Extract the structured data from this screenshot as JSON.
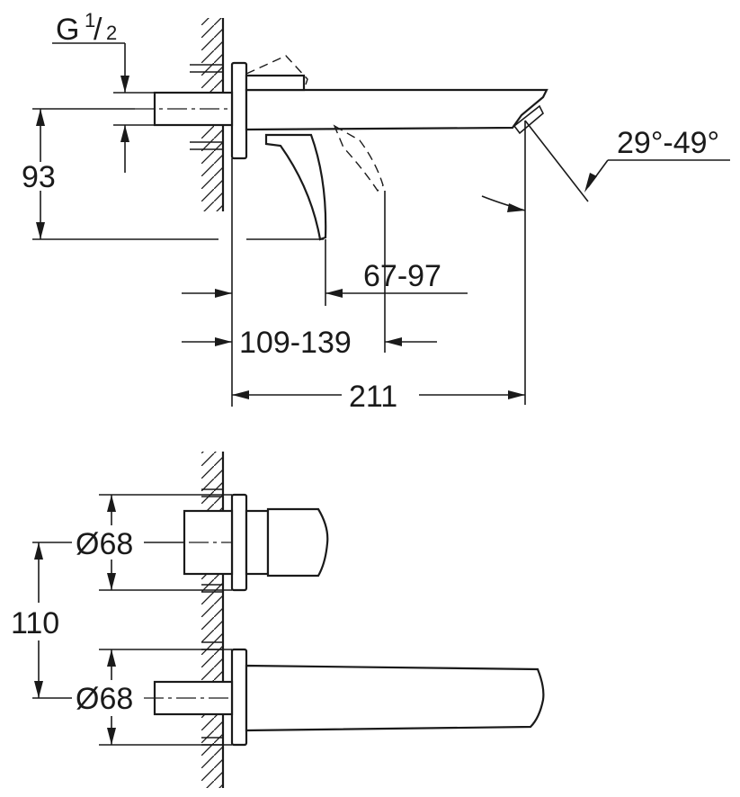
{
  "drawing": {
    "side_view": {
      "thread_label_main": "G",
      "thread_label_num": "1",
      "thread_label_slash": "/",
      "thread_label_den": "2",
      "dim_height": "93",
      "dim_angle": "29°-49°",
      "dim_lever": "67-97",
      "dim_depth": "109-139",
      "dim_spout": "211"
    },
    "front_view": {
      "dim_dia_top": "Ø68",
      "dim_spacing": "110",
      "dim_dia_bottom": "Ø68"
    }
  }
}
